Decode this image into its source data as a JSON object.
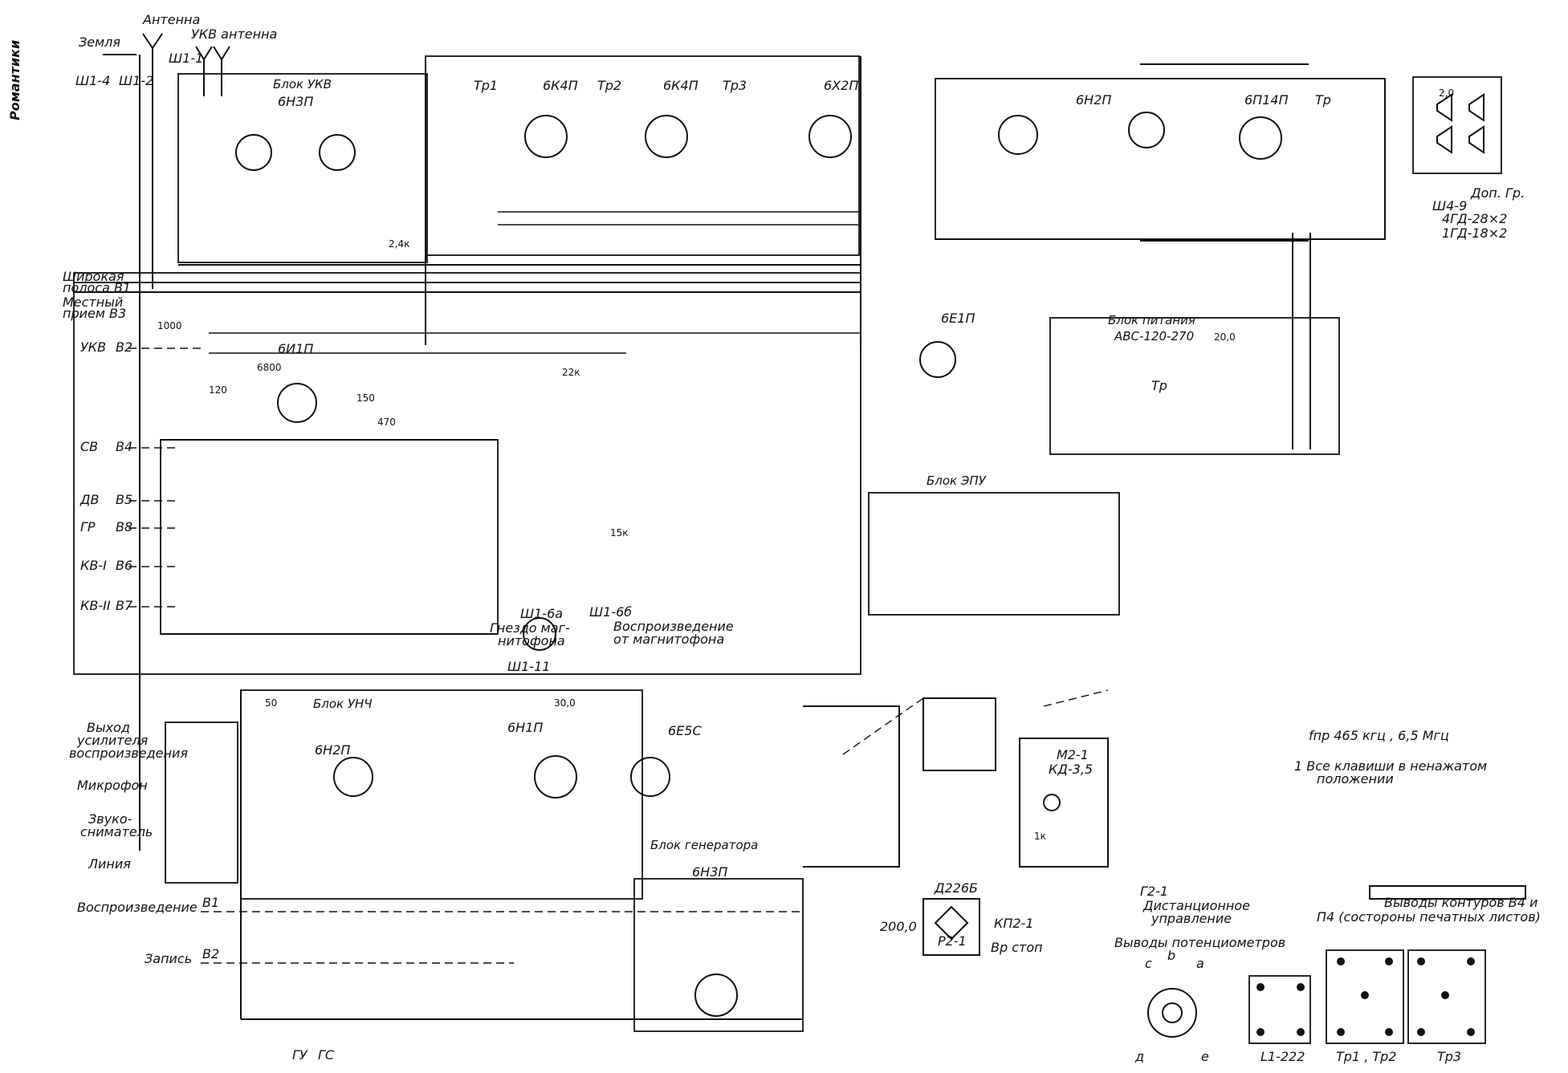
{
  "page": {
    "side_title": "Романтики",
    "ifreq_note": "fпр 465 кгц , 6,5 Мгц",
    "keys_note_1": "1 Все клавиши в ненажатом",
    "keys_note_2": "положении"
  },
  "inputs": {
    "ground": "Земля",
    "antenna": "Антенна",
    "fm_antenna": "УКВ антенна",
    "conn_sh1_4": "Ш1-4",
    "conn_sh1_2": "Ш1-2",
    "conn_sh1_1": "Ш1-1"
  },
  "blocks": {
    "vhf": "Блок УКВ",
    "umch": "Блок УНЧ",
    "power": "Блок питания",
    "power_model": "АВС-120-270",
    "epu": "Блок ЭПУ",
    "generator": "Блок генератора"
  },
  "tubes": [
    {
      "id": "vhf",
      "label": "6Н3П"
    },
    {
      "id": "if1",
      "label": "6К4П"
    },
    {
      "id": "if2",
      "label": "6К4П"
    },
    {
      "id": "det",
      "label": "6Х2П"
    },
    {
      "id": "pre",
      "label": "6Н2П"
    },
    {
      "id": "out",
      "label": "6П14П"
    },
    {
      "id": "mixer",
      "label": "6И1П"
    },
    {
      "id": "ind",
      "label": "6Е1П"
    },
    {
      "id": "umch",
      "label": "6Н2П"
    },
    {
      "id": "rec",
      "label": "6Н1П"
    },
    {
      "id": "ind2",
      "label": "6Е5С"
    },
    {
      "id": "gen",
      "label": "6Н3П"
    }
  ],
  "transformers": [
    {
      "id": "tr1",
      "label": "Тр1"
    },
    {
      "id": "tr2",
      "label": "Тр2"
    },
    {
      "id": "tr3",
      "label": "Тр3"
    },
    {
      "id": "tr_out",
      "label": "Тр"
    },
    {
      "id": "tr_pwr",
      "label": "Тр"
    }
  ],
  "bands": [
    {
      "name": "Широкая полоса В1",
      "key": "line1"
    },
    {
      "name": "Местный прием В3",
      "key": "line2"
    },
    {
      "name": "УКВ",
      "sw": "В2"
    },
    {
      "name": "СВ",
      "sw": "В4"
    },
    {
      "name": "ДВ",
      "sw": "В5"
    },
    {
      "name": "ГР",
      "sw": "В8"
    },
    {
      "name": "КВ-I",
      "sw": "В6"
    },
    {
      "name": "КВ-II",
      "sw": "В7"
    }
  ],
  "band_labels": {
    "wide_1": "Широкая",
    "wide_2": "полоса В1",
    "local_1": "Местный",
    "local_2": "прием В3"
  },
  "audio_io": {
    "amp_out_1": "Выход",
    "amp_out_2": "усилителя",
    "amp_out_3": "воспроизведения",
    "mic": "Микрофон",
    "pickup_1": "Звуко-",
    "pickup_2": "сниматель",
    "line": "Линия",
    "playback": "Воспроизведение",
    "playback_sw": "В1",
    "record": "Запись",
    "record_sw": "В2",
    "gu": "ГУ",
    "gs": "ГС"
  },
  "speakers": {
    "extra": "Доп. Гр.",
    "conn": "Ш4-9",
    "sp1": "4ГД-28×2",
    "sp2": "1ГД-18×2"
  },
  "tape": {
    "line1": "Ш1-6а",
    "line2": "Гнездо маг-",
    "line3": "нитофона",
    "play_1": "Воспроизведение",
    "play_2": "от магнитофона",
    "sh1_6b": "Ш1-6б",
    "sh1_11": "Ш1-11"
  },
  "remote": {
    "label_1": "Дистанционное",
    "label_2": "управление",
    "conn": "Г2-1",
    "diode": "Д226Б",
    "relay": "Р2-1",
    "contact": "КП2-1",
    "stop": "Вр стоп",
    "cap": "200,0"
  },
  "motor": {
    "label": "М2-1",
    "model": "КД-3,5"
  },
  "pots": {
    "title": "Выводы потенциометров",
    "pins": [
      "с",
      "b",
      "а",
      "д",
      "е"
    ]
  },
  "coils": {
    "title_1": "Выводы контуров В4 и",
    "title_2": "П4 (состороны печатных листов)",
    "l1": "L1-222",
    "tr12": "Тр1 , Тр2",
    "tr3": "Тр3"
  },
  "components": {
    "c_1000": "1000",
    "c_120": "120",
    "c_6800": "6800",
    "c_470": "470",
    "r_150": "150",
    "r_15k": "15к",
    "r_22k": "22к",
    "r_24k": "2,4к",
    "c_30": "30,0",
    "c_50": "50",
    "c_20": "20,0",
    "c_2": "2,0",
    "r_1k": "1к"
  }
}
